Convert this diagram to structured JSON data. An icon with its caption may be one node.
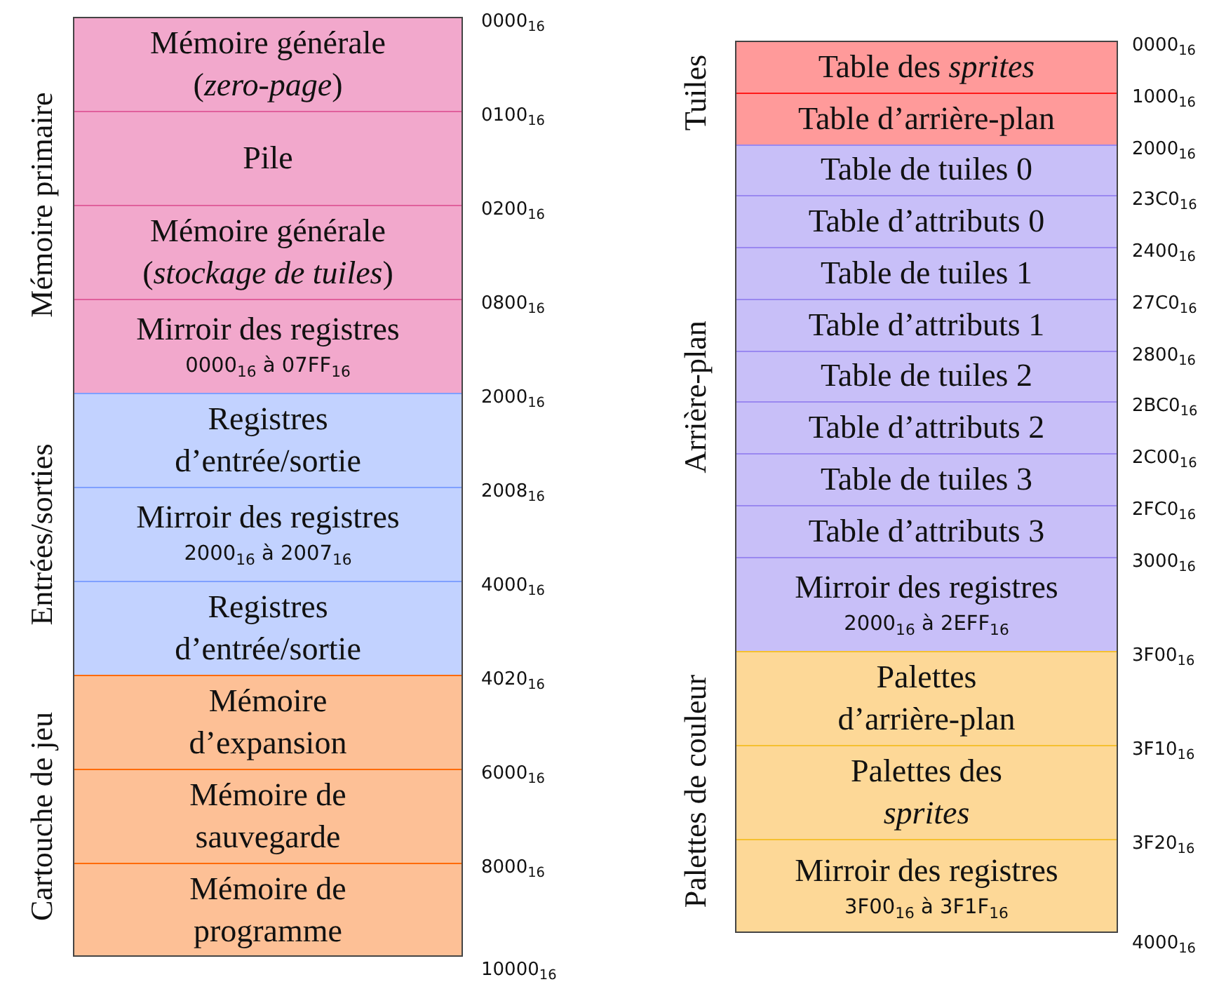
{
  "diagram": {
    "nodes": [
      {
        "text": [
          "Mémoire générale",
          "(*zero-page*)"
        ]
      },
      {
        "text": [
          "Pile"
        ]
      },
      {
        "text": [
          "Mémoire générale",
          "(*stockage de tuiles*)"
        ]
      },
      {
        "text": [
          "Mirroir des registres",
          "0000$_{16}$ à 07FF$_{16}$"
        ]
      },
      {
        "text": [
          "Registres d’entrée/sortie"
        ]
      },
      {
        "text": [
          "Mirroir des registres",
          "2000$_{16}$ à 2007$_{16}$"
        ]
      },
      {
        "text": [
          "Registres d’entrée/sortie"
        ]
      },
      {
        "text": [
          "Mémoire d’expansion"
        ]
      },
      {
        "text": [
          "Mémoire de sauvegarde"
        ]
      },
      {
        "text": [
          "Mémoire de programme"
        ]
      },
      {
        "text": [
          "Table des *sprites*"
        ]
      },
      {
        "text": [
          "Table d’arrière-plan"
        ]
      },
      {
        "text": [
          "Table de tuiles 0"
        ]
      },
      {
        "text": [
          "Table d’attributs 0"
        ]
      },
      {
        "text": [
          "Table de tuiles 1"
        ]
      },
      {
        "text": [
          "Table d’attributs 1"
        ]
      },
      {
        "text": [
          "Table de tuiles 2"
        ]
      },
      {
        "text": [
          "Table d’attributs 2"
        ]
      },
      {
        "text": [
          "Table de tuiles 3"
        ]
      },
      {
        "text": [
          "Table d’attributs 3"
        ]
      },
      {
        "text": [
          "Mirroir des registres",
          "2000$_{16}$ à 2EFF$_{16}$"
        ]
      },
      {
        "text": [
          "Palettes d’arrière-plan"
        ]
      },
      {
        "text": [
          "Palettes des *sprites*"
        ]
      },
      {
        "text": [
          "Mirroir des registres",
          "3F00$_{16}$ à 3F1F$_{16}$"
        ]
      }
    ],
    "labels": [
      "Mémoire primaire",
      "Entrées/sorties",
      "Cartouche de jeu",
      "0000$_{16}$",
      "0100$_{16}$",
      "0200$_{16}$",
      "0800$_{16}$",
      "2000$_{16}$",
      "2008$_{16}$",
      "4000$_{16}$",
      "4020$_{16}$",
      "6000$_{16}$",
      "8000$_{16}$",
      "10000$_{16}$",
      "Tuiles",
      "Arrière-plan",
      "Palettes de couleur",
      "0000$_{16}$",
      "1000$_{16}$",
      "2000$_{16}$",
      "23C0$_{16}$",
      "2400$_{16}$",
      "27C0$_{16}$",
      "2800$_{16}$",
      "2BC0$_{16}$",
      "2C00$_{16}$",
      "2FC0$_{16}$",
      "3000$_{16}$",
      "3F00$_{16}$",
      "3F10$_{16}$",
      "3F20$_{16}$",
      "4000$_{16}$"
    ]
  }
}
